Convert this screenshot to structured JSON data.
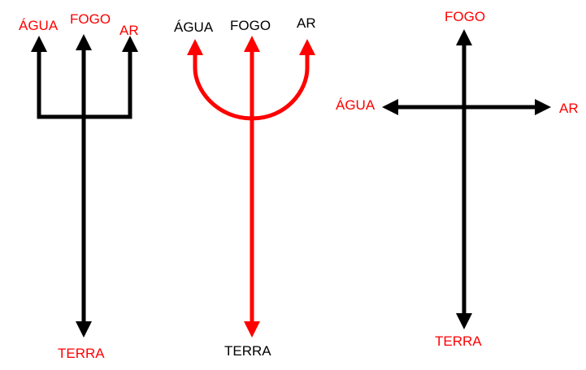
{
  "colors": {
    "black": "#000000",
    "red": "#ff0000"
  },
  "diagrams": [
    {
      "top_left": "ÁGUA",
      "top_center": "FOGO",
      "top_right": "AR",
      "bottom": "TERRA"
    },
    {
      "top_left": "ÁGUA",
      "top_center": "FOGO",
      "top_right": "AR",
      "bottom": "TERRA"
    },
    {
      "top": "FOGO",
      "left": "ÁGUA",
      "right": "AR",
      "bottom": "TERRA"
    }
  ]
}
